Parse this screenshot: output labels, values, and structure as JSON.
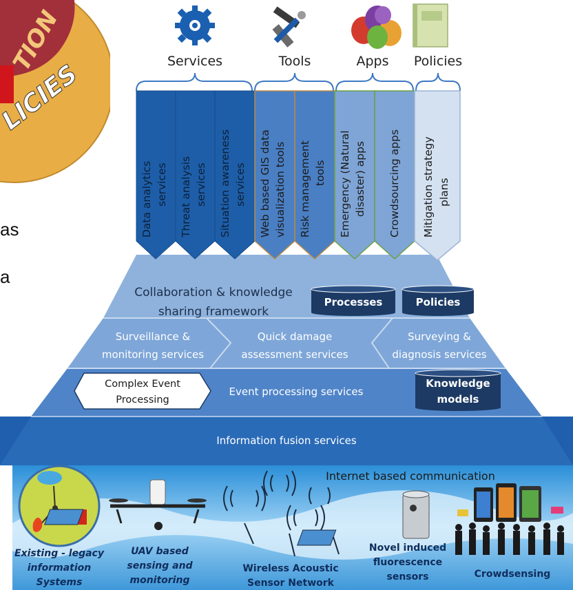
{
  "left_badge": {
    "fragment_top": "TION",
    "fragment_bottom": "LICIES",
    "colors": {
      "badge": "#e9ad45",
      "inner": "#a2303a",
      "red": "#d0161c"
    }
  },
  "left_text_fragments": [
    "as",
    "a"
  ],
  "categories": [
    {
      "label": "Services",
      "icon": "gear-icon"
    },
    {
      "label": "Tools",
      "icon": "tools-icon"
    },
    {
      "label": "Apps",
      "icon": "apps-balloons-icon"
    },
    {
      "label": "Policies",
      "icon": "notebook-icon"
    }
  ],
  "columns": [
    {
      "lines": [
        "Data analytics",
        "services"
      ],
      "group": "services"
    },
    {
      "lines": [
        "Threat analysis",
        "services"
      ],
      "group": "services"
    },
    {
      "lines": [
        "Situation awareness",
        "services"
      ],
      "group": "services"
    },
    {
      "lines": [
        "Web based GIS data",
        "visualization tools"
      ],
      "group": "tools"
    },
    {
      "lines": [
        "Risk management",
        "tools"
      ],
      "group": "tools"
    },
    {
      "lines": [
        "Emergency (Natural",
        "disaster) apps"
      ],
      "group": "apps"
    },
    {
      "lines": [
        "Crowdsourcing apps"
      ],
      "group": "apps"
    },
    {
      "lines": [
        "Mitigation strategy",
        "plans"
      ],
      "group": "policies"
    }
  ],
  "layers": {
    "collaboration": [
      "Collaboration & knowledge",
      "sharing framework"
    ],
    "processes": "Processes",
    "policies": "Policies",
    "surveillance": [
      "Surveillance &",
      "monitoring services"
    ],
    "quick_damage": [
      "Quick damage",
      "assessment services"
    ],
    "surveying": [
      "Surveying &",
      "diagnosis services"
    ],
    "complex_event": [
      "Complex Event",
      "Processing"
    ],
    "event_processing": "Event processing services",
    "knowledge_models": [
      "Knowledge",
      "models"
    ],
    "information_fusion": "Information fusion services"
  },
  "bottom": {
    "internet": "Internet based communication",
    "legacy": [
      "Existing - legacy",
      "information",
      "Systems"
    ],
    "uav": [
      "UAV based",
      "sensing and",
      "monitoring"
    ],
    "wireless": [
      "Wireless Acoustic",
      "Sensor Network"
    ],
    "novel": [
      "Novel induced",
      "fluorescence",
      "sensors"
    ],
    "crowd": "Crowdsensing"
  },
  "colors": {
    "services": "#1e5ea8",
    "tools": "#4a7fc4",
    "apps": "#7fa5d6",
    "policies": "#d4e1f1",
    "layer_top": "#8fb2dd",
    "layer_2": "#7ea6d8",
    "layer_3": "#5a8bcc",
    "layer_fusion": "#2a6bb8",
    "pill": "#1c3a64"
  }
}
